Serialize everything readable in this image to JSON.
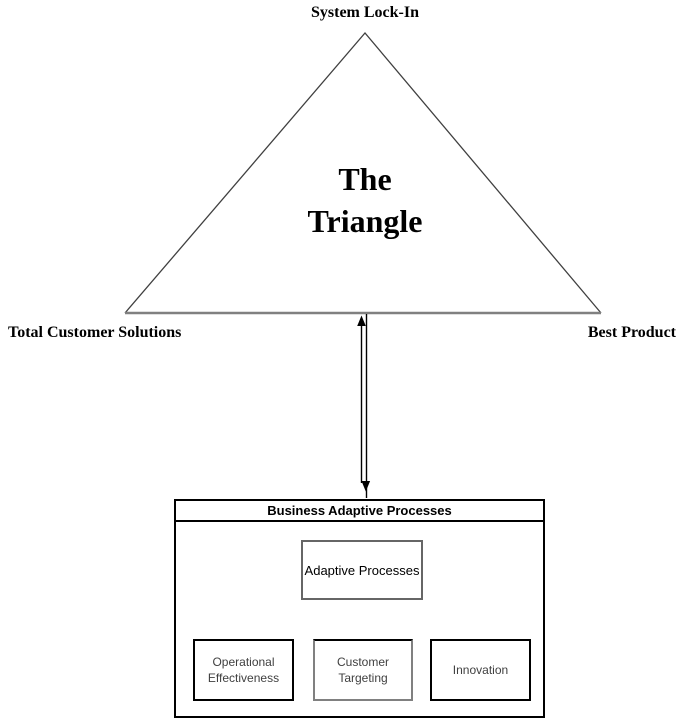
{
  "diagram": {
    "triangle": {
      "top_label": "System Lock-In",
      "left_label": "Total Customer Solutions",
      "right_label": "Best Product",
      "center_title_line1": "The",
      "center_title_line2": "Triangle"
    },
    "connector": {
      "type": "double-headed-vertical-arrow"
    },
    "process_panel": {
      "title": "Business Adaptive Processes",
      "root_node": "Adaptive Processes",
      "child_nodes": [
        "Operational Effectiveness",
        "Customer Targeting",
        "Innovation"
      ]
    },
    "colors": {
      "background": "#ffffff",
      "stroke_black": "#000000",
      "stroke_dark": "#404040",
      "stroke_gray": "#808080",
      "node_border_gray": "#666666"
    }
  }
}
